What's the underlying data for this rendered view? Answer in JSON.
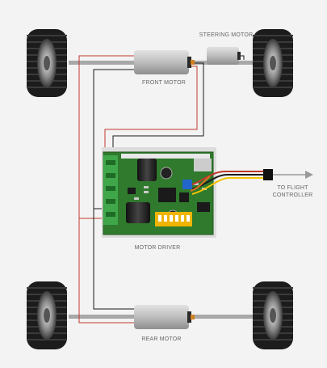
{
  "labels": {
    "front_motor": "FRONT MOTOR",
    "steering_motor": "STEERING MOTOR",
    "motor_driver": "MOTOR DRIVER",
    "rear_motor": "REAR MOTOR",
    "flight_controller": "TO FLIGHT CONTROLLER"
  },
  "colors": {
    "background": "#f3f3f3",
    "axle": "#a8a8a8",
    "motor_body": "#c4c4c4",
    "wire_red": "#c0392b",
    "wire_black": "#1a1a1a",
    "wire_yellow": "#f2c200",
    "wire_orange": "#e07020",
    "pcb": "#2f7a2c",
    "terminal_block": "#3fa64a",
    "dip_switch": "#f0b400",
    "tire": "#1c1c1c",
    "arrow": "#9a9a9a"
  },
  "icons": {
    "wheel": "tire-wheel-icon",
    "arrow": "arrow-right-icon"
  }
}
